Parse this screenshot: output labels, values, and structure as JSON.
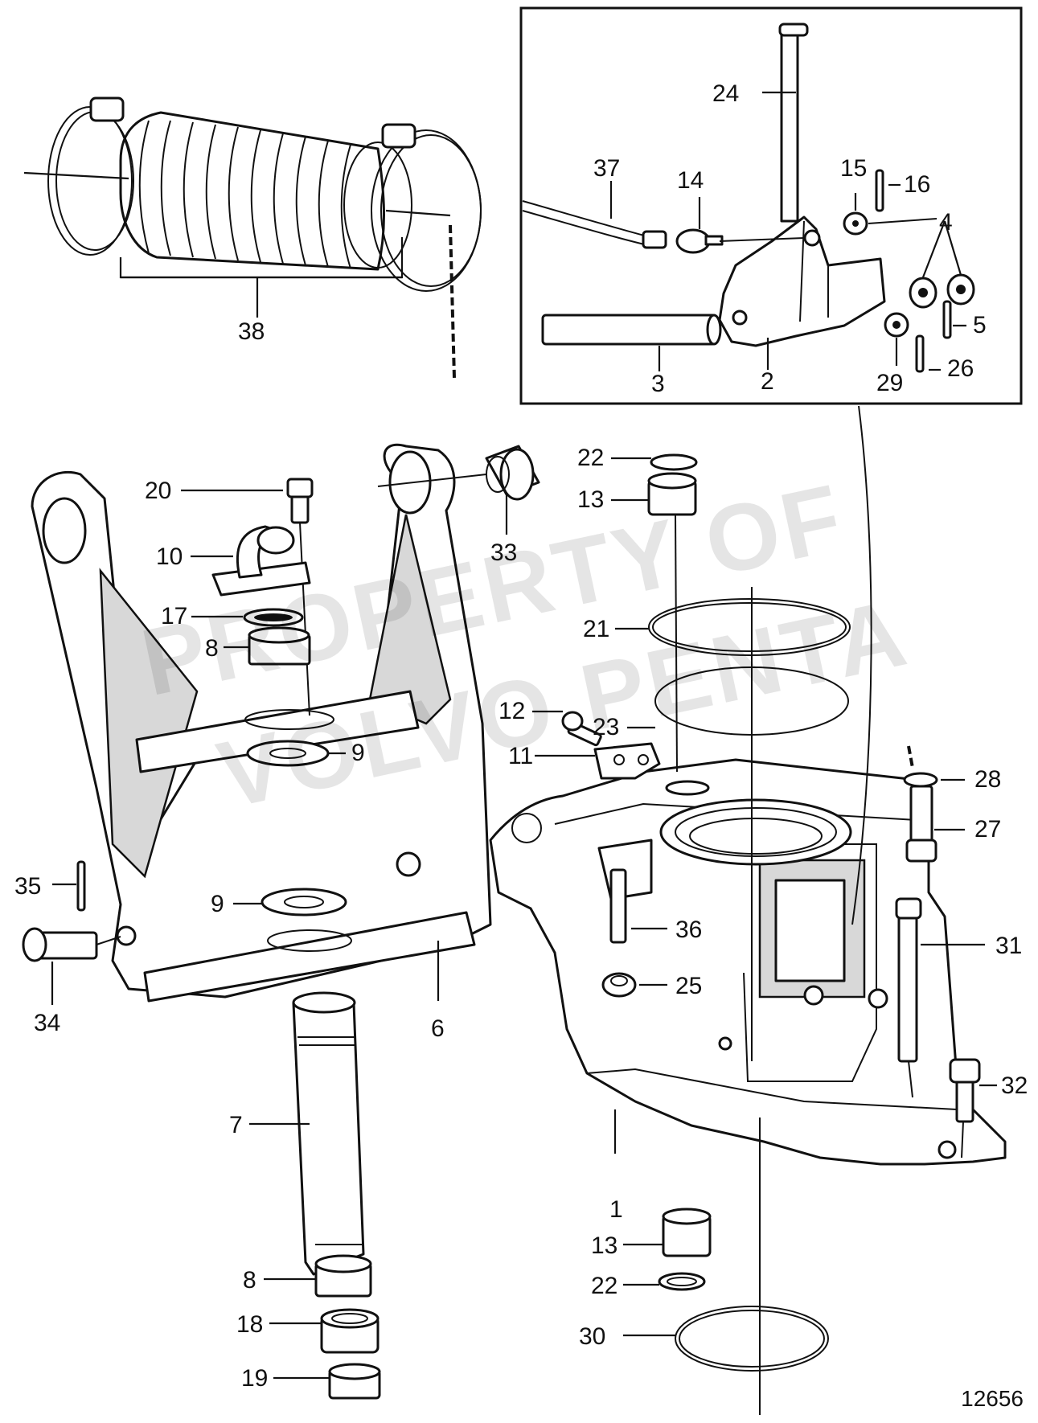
{
  "diagram": {
    "reference_number": "12656",
    "watermark": [
      "PROPERTY OF",
      "VOLVO PENTA"
    ],
    "callouts": [
      "1",
      "2",
      "3",
      "4",
      "5",
      "6",
      "7",
      "8",
      "8",
      "9",
      "9",
      "10",
      "11",
      "12",
      "13",
      "13",
      "14",
      "15",
      "16",
      "17",
      "18",
      "19",
      "20",
      "21",
      "22",
      "22",
      "23",
      "24",
      "25",
      "26",
      "27",
      "28",
      "29",
      "30",
      "31",
      "32",
      "33",
      "34",
      "35",
      "36",
      "37",
      "38"
    ]
  }
}
